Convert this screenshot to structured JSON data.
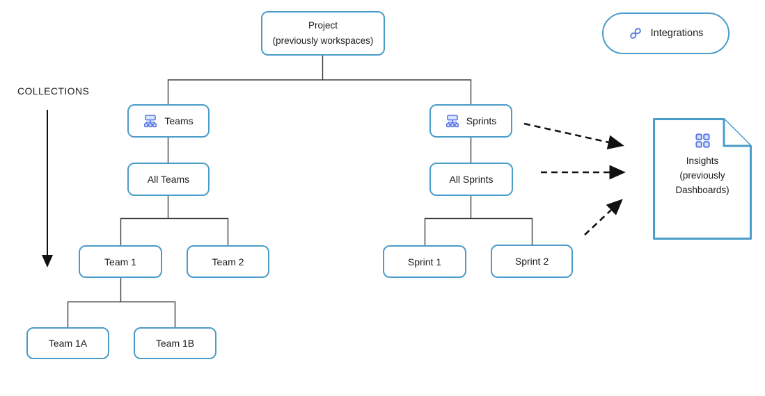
{
  "colors": {
    "box_border": "#4a9cc9",
    "icon_blue": "#5b78e5",
    "icon_fill": "#dbe4fb",
    "connector": "#3d3d3d",
    "arrow": "#111111",
    "text": "#1a1a1a"
  },
  "collections": {
    "label": "COLLECTIONS"
  },
  "integrations": {
    "label": "Integrations",
    "icon": "link-icon"
  },
  "tree": {
    "project": {
      "lines": [
        "Project",
        "(previously workspaces)"
      ]
    },
    "teams": {
      "label": "Teams",
      "icon": "org-chart-icon"
    },
    "sprints": {
      "label": "Sprints",
      "icon": "org-chart-icon"
    },
    "all_teams": {
      "label": "All Teams"
    },
    "all_sprints": {
      "label": "All Sprints"
    },
    "team1": {
      "label": "Team 1"
    },
    "team2": {
      "label": "Team 2"
    },
    "sprint1": {
      "label": "Sprint 1"
    },
    "sprint2": {
      "label": "Sprint 2"
    },
    "team1a": {
      "label": "Team 1A"
    },
    "team1b": {
      "label": "Team 1B"
    }
  },
  "insights": {
    "lines": [
      "Insights",
      "(previously",
      "Dashboards)"
    ],
    "icon": "grid-icon"
  }
}
